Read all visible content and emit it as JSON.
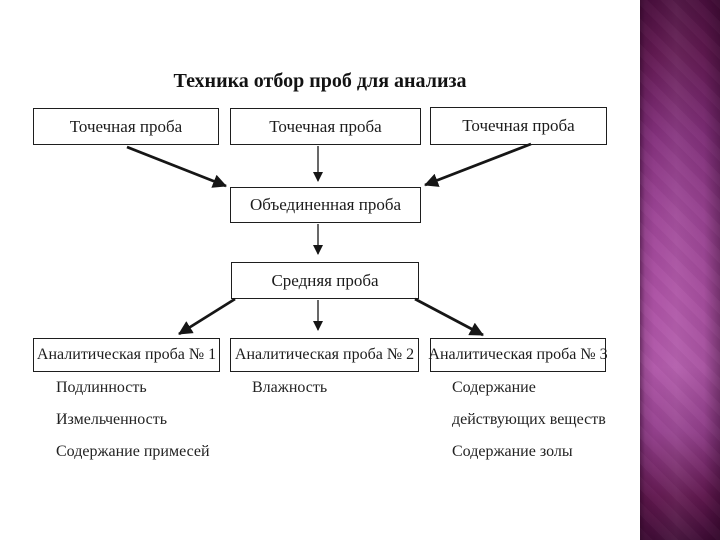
{
  "slide": {
    "title": "Техника отбор проб для анализа",
    "diagram": {
      "row1": [
        "Точечная проба",
        "Точечная проба",
        "Точечная проба"
      ],
      "union": "Объединенная проба",
      "average": "Средняя проба",
      "row3": [
        "Аналитическая проба № 1",
        "Аналитическая проба № 2",
        "Аналитическая проба № 3"
      ],
      "lists": {
        "col1": [
          "Подлинность",
          "Измельченность",
          "Содержание примесей"
        ],
        "col2": [
          "Влажность"
        ],
        "col3": [
          "Содержание действующих веществ",
          "Содержание золы"
        ]
      }
    },
    "colors": {
      "background": "#ffffff",
      "line": "#1e1e1e",
      "text": "#1c1c1c",
      "accent_top": "#4b0f3e",
      "accent_mid": "#b058a9",
      "accent_bottom": "#400c36"
    }
  }
}
